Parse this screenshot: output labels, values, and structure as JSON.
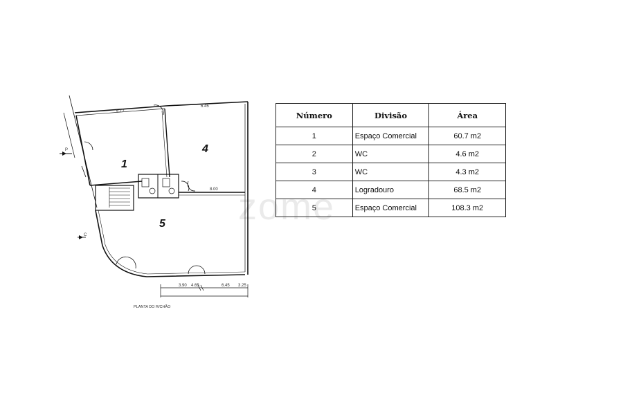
{
  "plan": {
    "rooms": [
      {
        "id": "1",
        "label": "1"
      },
      {
        "id": "2",
        "label": "4"
      },
      {
        "id": "3",
        "label": "5"
      }
    ],
    "caption": "PLANTA DO R/CHÃO",
    "section_marks": [
      "P",
      "C"
    ],
    "dimensions": [
      "6.17",
      "6.45",
      "3.90",
      "4.65",
      "6.45",
      "3.25",
      "8.00"
    ]
  },
  "watermark": "zome",
  "table": {
    "headers": [
      "Número",
      "Divisão",
      "Área"
    ],
    "rows": [
      {
        "numero": "1",
        "divisao": "Espaço Comercial",
        "area": "60.7 m2"
      },
      {
        "numero": "2",
        "divisao": "WC",
        "area": "4.6 m2"
      },
      {
        "numero": "3",
        "divisao": "WC",
        "area": "4.3 m2"
      },
      {
        "numero": "4",
        "divisao": "Logradouro",
        "area": "68.5 m2"
      },
      {
        "numero": "5",
        "divisao": "Espaço Comercial",
        "area": "108.3 m2"
      }
    ]
  }
}
